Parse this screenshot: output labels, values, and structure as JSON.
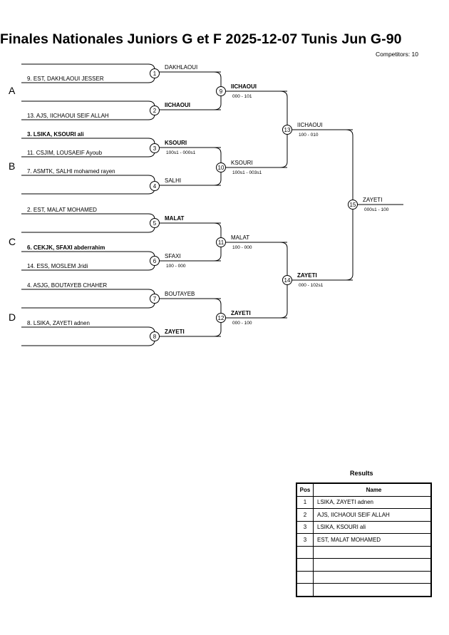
{
  "header": {
    "title": "Finales Nationales Juniors G et F  2025-12-07  Tunis   Jun G-90",
    "competitors": "Competitors: 10"
  },
  "pools": [
    "A",
    "B",
    "C",
    "D"
  ],
  "round1": [
    {
      "num": "1",
      "top": "9. EST, DAKHLAOUI JESSER",
      "top_bold": false,
      "bottom": "",
      "bottom_bold": false,
      "winner": "DAKHLAOUI",
      "winner_bold": false,
      "score": ""
    },
    {
      "num": "2",
      "top": "",
      "top_bold": false,
      "bottom": "13. AJS, IICHAOUI SEIF ALLAH",
      "bottom_bold": false,
      "winner": "IICHAOUI",
      "winner_bold": true,
      "score": ""
    },
    {
      "num": "3",
      "top": "3. LSIKA, KSOURI ali",
      "top_bold": true,
      "bottom": "11. CSJIM, LOUSAEIF Ayoub",
      "bottom_bold": false,
      "winner": "KSOURI",
      "winner_bold": true,
      "score": "100s1 - 000s1"
    },
    {
      "num": "4",
      "top": "7. ASMTK, SALHI mohamed rayen",
      "top_bold": false,
      "bottom": "",
      "bottom_bold": false,
      "winner": "SALHI",
      "winner_bold": false,
      "score": ""
    },
    {
      "num": "5",
      "top": "2. EST, MALAT MOHAMED",
      "top_bold": false,
      "bottom": "",
      "bottom_bold": false,
      "winner": "MALAT",
      "winner_bold": true,
      "score": ""
    },
    {
      "num": "6",
      "top": "6. CEKJK, SFAXI abderrahim",
      "top_bold": true,
      "bottom": "14. ESS, MOSLEM Jridi",
      "bottom_bold": false,
      "winner": "SFAXI",
      "winner_bold": false,
      "score": "100 - 000"
    },
    {
      "num": "7",
      "top": "4. ASJG, BOUTAYEB CHAHER",
      "top_bold": false,
      "bottom": "",
      "bottom_bold": false,
      "winner": "BOUTAYEB",
      "winner_bold": false,
      "score": ""
    },
    {
      "num": "8",
      "top": "8. LSIKA, ZAYETI adnen",
      "top_bold": false,
      "bottom": "",
      "bottom_bold": false,
      "winner": "ZAYETI",
      "winner_bold": true,
      "score": ""
    }
  ],
  "round2": [
    {
      "num": "9",
      "winner": "IICHAOUI",
      "winner_bold": true,
      "score": "000 - 101"
    },
    {
      "num": "10",
      "winner": "KSOURI",
      "winner_bold": false,
      "score": "100s1 - 003s1"
    },
    {
      "num": "11",
      "winner": "MALAT",
      "winner_bold": false,
      "score": "100 - 000"
    },
    {
      "num": "12",
      "winner": "ZAYETI",
      "winner_bold": true,
      "score": "000 - 100"
    }
  ],
  "round3": [
    {
      "num": "13",
      "winner": "IICHAOUI",
      "winner_bold": false,
      "score": "100 - 010"
    },
    {
      "num": "14",
      "winner": "ZAYETI",
      "winner_bold": true,
      "score": "000 - 102s1"
    }
  ],
  "final": {
    "num": "15",
    "winner": "ZAYETI",
    "winner_bold": false,
    "score": "000s1 - 100"
  },
  "results": {
    "title": "Results",
    "col_pos": "Pos",
    "col_name": "Name",
    "rows": [
      {
        "pos": "1",
        "name": "LSIKA, ZAYETI adnen"
      },
      {
        "pos": "2",
        "name": "AJS, IICHAOUI SEIF ALLAH"
      },
      {
        "pos": "3",
        "name": "LSIKA, KSOURI ali"
      },
      {
        "pos": "3",
        "name": "EST, MALAT MOHAMED"
      },
      {
        "pos": "",
        "name": ""
      },
      {
        "pos": "",
        "name": ""
      },
      {
        "pos": "",
        "name": ""
      },
      {
        "pos": "",
        "name": ""
      }
    ]
  }
}
